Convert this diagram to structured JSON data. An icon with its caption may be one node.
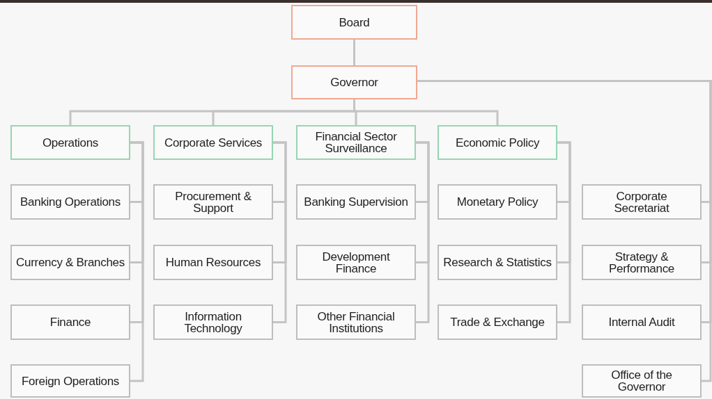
{
  "diagram": {
    "nodes": [
      {
        "text": [
          "Board"
        ]
      },
      {
        "text": [
          "Governor"
        ]
      },
      {
        "text": [
          "Operations"
        ]
      },
      {
        "text": [
          "Corporate Services"
        ]
      },
      {
        "text": [
          "Financial Sector Surveillance"
        ]
      },
      {
        "text": [
          "Economic Policy"
        ]
      },
      {
        "text": [
          "Banking Operations"
        ]
      },
      {
        "text": [
          "Procurement & Support"
        ]
      },
      {
        "text": [
          "Banking Supervision"
        ]
      },
      {
        "text": [
          "Monetary Policy"
        ]
      },
      {
        "text": [
          "Corporate Secretariat"
        ]
      },
      {
        "text": [
          "Currency & Branches"
        ]
      },
      {
        "text": [
          "Human Resources"
        ]
      },
      {
        "text": [
          "Development Finance"
        ]
      },
      {
        "text": [
          "Research & Statistics"
        ]
      },
      {
        "text": [
          "Strategy & Performance"
        ]
      },
      {
        "text": [
          "Finance"
        ]
      },
      {
        "text": [
          "Information Technology"
        ]
      },
      {
        "text": [
          "Other Financial Institutions"
        ]
      },
      {
        "text": [
          "Trade & Exchange"
        ]
      },
      {
        "text": [
          "Internal Audit"
        ]
      },
      {
        "text": [
          "Foreign Operations"
        ]
      },
      {
        "text": [
          "Office of the Governor"
        ]
      }
    ],
    "edges": [
      {
        "from": 0,
        "to": 1,
        "arrow": "none"
      },
      {
        "from": 1,
        "to": 2,
        "arrow": "none"
      },
      {
        "from": 1,
        "to": 3,
        "arrow": "none"
      },
      {
        "from": 1,
        "to": 4,
        "arrow": "none"
      },
      {
        "from": 1,
        "to": 5,
        "arrow": "none"
      },
      {
        "from": 1,
        "to": 10,
        "arrow": "none"
      },
      {
        "from": 1,
        "to": 15,
        "arrow": "none"
      },
      {
        "from": 1,
        "to": 20,
        "arrow": "none"
      },
      {
        "from": 1,
        "to": 22,
        "arrow": "none"
      },
      {
        "from": 2,
        "to": 6,
        "arrow": "none"
      },
      {
        "from": 2,
        "to": 11,
        "arrow": "none"
      },
      {
        "from": 2,
        "to": 16,
        "arrow": "none"
      },
      {
        "from": 2,
        "to": 21,
        "arrow": "none"
      },
      {
        "from": 3,
        "to": 7,
        "arrow": "none"
      },
      {
        "from": 3,
        "to": 12,
        "arrow": "none"
      },
      {
        "from": 3,
        "to": 17,
        "arrow": "none"
      },
      {
        "from": 4,
        "to": 8,
        "arrow": "none"
      },
      {
        "from": 4,
        "to": 13,
        "arrow": "none"
      },
      {
        "from": 4,
        "to": 18,
        "arrow": "none"
      },
      {
        "from": 5,
        "to": 9,
        "arrow": "none"
      },
      {
        "from": 5,
        "to": 14,
        "arrow": "none"
      },
      {
        "from": 5,
        "to": 19,
        "arrow": "none"
      }
    ]
  }
}
